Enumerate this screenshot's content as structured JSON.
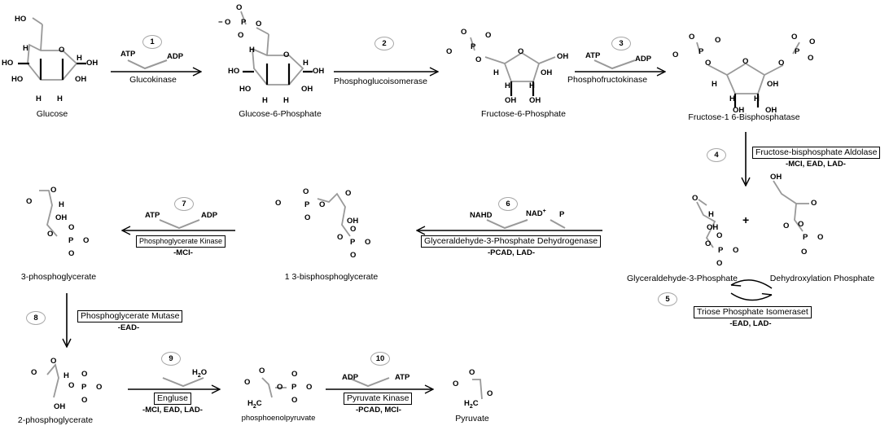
{
  "compounds": {
    "glucose": "Glucose",
    "g6p": "Glucose-6-Phosphate",
    "f6p": "Fructose-6-Phosphate",
    "f16bp": "Fructose-1 6-Bisphosphatase",
    "gap": "Glyceraldehyde-3-Phosphate",
    "dhap": "Dehydroxylation Phosphate",
    "bpg13": "1 3-bisphosphoglycerate",
    "pg3": "3-phosphoglycerate",
    "pg2": "2-phosphoglycerate",
    "pep": "phosphoenolpyruvate",
    "pyruvate": "Pyruvate"
  },
  "steps": [
    "1",
    "2",
    "3",
    "4",
    "5",
    "6",
    "7",
    "8",
    "9",
    "10"
  ],
  "enzymes": {
    "e1": "Glucokinase",
    "e2": "Phosphoglucoisomerase",
    "e3": "Phosphofructokinase",
    "e4": "Fructose-bisphosphate Aldolase",
    "e5": "Triose Phosphate Isomeraset",
    "e6": "Glyceraldehyde-3-Phosphate Dehydrogenase",
    "e7": "Phosphoglycerate Kinase",
    "e8": "Phosphoglycerate Mutase",
    "e9": "Engluse",
    "e10": "Pyruvate Kinase"
  },
  "conditions": {
    "c4": "-MCI, EAD, LAD-",
    "c5": "-EAD, LAD-",
    "c6": "-PCAD, LAD-",
    "c7": "-MCI-",
    "c8": "-EAD-",
    "c9": "-MCI, EAD, LAD-",
    "c10": "-PCAD, MCI-"
  },
  "cofactors": {
    "atp": "ATP",
    "adp": "ADP",
    "nahd": "NAHD",
    "nad": "NAD",
    "nad_sup": "+",
    "p": "P",
    "h2o_h": "H",
    "h2o_sub": "2",
    "h2o_o": "O"
  },
  "atoms": {
    "O": "O",
    "OH": "OH",
    "HO": "HO",
    "H": "H",
    "P": "P",
    "minus": "−",
    "plus": "+",
    "ch2_c": "H",
    "ch2_sub": "2",
    "ch2_tail": "C"
  }
}
